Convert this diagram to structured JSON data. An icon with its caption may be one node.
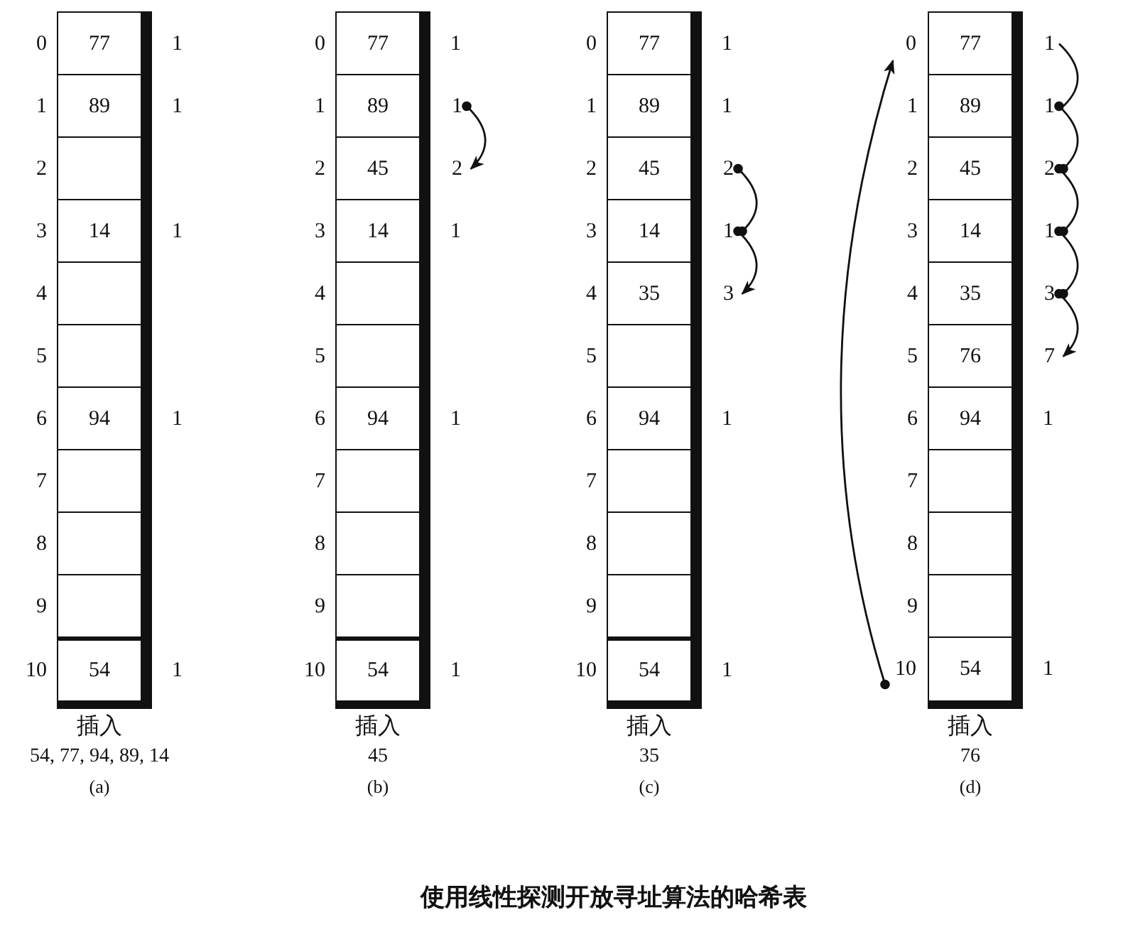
{
  "diagram": {
    "caption": "使用线性探测开放寻址算法的哈希表",
    "nodes": [
      {
        "text": [
          "插入",
          "54, 77, 94, 89, 14"
        ],
        "beside": [
          "(a)"
        ]
      },
      {
        "text": [
          "77"
        ],
        "in": 0,
        "beside": [
          "0",
          "1"
        ]
      },
      {
        "text": [
          "89"
        ],
        "in": 0,
        "beside": [
          "1",
          "1"
        ]
      },
      {
        "text": [],
        "shape": "box",
        "in": 0,
        "beside": [
          "2"
        ]
      },
      {
        "text": [
          "14"
        ],
        "in": 0,
        "beside": [
          "3",
          "1"
        ]
      },
      {
        "text": [],
        "shape": "box",
        "in": 0,
        "beside": [
          "4"
        ]
      },
      {
        "text": [],
        "shape": "box",
        "in": 0,
        "beside": [
          "5"
        ]
      },
      {
        "text": [
          "94"
        ],
        "in": 0,
        "beside": [
          "6",
          "1"
        ]
      },
      {
        "text": [],
        "shape": "box",
        "in": 0,
        "beside": [
          "7"
        ]
      },
      {
        "text": [],
        "shape": "box",
        "in": 0,
        "beside": [
          "8"
        ]
      },
      {
        "text": [],
        "shape": "box",
        "in": 0,
        "beside": [
          "9"
        ]
      },
      {
        "text": [
          "54"
        ],
        "in": 0,
        "beside": [
          "10",
          "1"
        ]
      },
      {
        "text": [
          "插入",
          "45"
        ],
        "beside": [
          "(b)"
        ]
      },
      {
        "text": [
          "77"
        ],
        "in": 12,
        "beside": [
          "0",
          "1"
        ]
      },
      {
        "text": [
          "89"
        ],
        "in": 12,
        "beside": [
          "1"
        ]
      },
      {
        "text": [
          "45"
        ],
        "in": 12,
        "beside": [
          "2"
        ]
      },
      {
        "text": [
          "14"
        ],
        "in": 12,
        "beside": [
          "3",
          "1"
        ]
      },
      {
        "text": [],
        "shape": "box",
        "in": 12,
        "beside": [
          "4"
        ]
      },
      {
        "text": [],
        "shape": "box",
        "in": 12,
        "beside": [
          "5"
        ]
      },
      {
        "text": [
          "94"
        ],
        "in": 12,
        "beside": [
          "6",
          "1"
        ]
      },
      {
        "text": [],
        "shape": "box",
        "in": 12,
        "beside": [
          "7"
        ]
      },
      {
        "text": [],
        "shape": "box",
        "in": 12,
        "beside": [
          "8"
        ]
      },
      {
        "text": [],
        "shape": "box",
        "in": 12,
        "beside": [
          "9"
        ]
      },
      {
        "text": [
          "54"
        ],
        "in": 12,
        "beside": [
          "10",
          "1"
        ]
      },
      {
        "text": [
          "1"
        ]
      },
      {
        "text": [
          "2"
        ]
      },
      {
        "text": [
          "插入",
          "35"
        ],
        "beside": [
          "(c)"
        ]
      },
      {
        "text": [
          "77"
        ],
        "in": 26,
        "beside": [
          "0",
          "1"
        ]
      },
      {
        "text": [
          "89"
        ],
        "in": 26,
        "beside": [
          "1",
          "1"
        ]
      },
      {
        "text": [
          "45"
        ],
        "in": 26,
        "beside": [
          "2"
        ]
      },
      {
        "text": [
          "14"
        ],
        "in": 26,
        "beside": [
          "3"
        ]
      },
      {
        "text": [
          "35"
        ],
        "in": 26,
        "beside": [
          "4"
        ]
      },
      {
        "text": [],
        "shape": "box",
        "in": 26,
        "beside": [
          "5"
        ]
      },
      {
        "text": [
          "94"
        ],
        "in": 26,
        "beside": [
          "6",
          "1"
        ]
      },
      {
        "text": [],
        "shape": "box",
        "in": 26,
        "beside": [
          "7"
        ]
      },
      {
        "text": [],
        "shape": "box",
        "in": 26,
        "beside": [
          "8"
        ]
      },
      {
        "text": [],
        "shape": "box",
        "in": 26,
        "beside": [
          "9"
        ]
      },
      {
        "text": [
          "54"
        ],
        "in": 26,
        "beside": [
          "10",
          "1"
        ]
      },
      {
        "text": [
          "2"
        ]
      },
      {
        "text": [
          "1"
        ]
      },
      {
        "text": [
          "3"
        ]
      },
      {
        "text": [
          "插入",
          "76"
        ],
        "beside": [
          "(d)"
        ]
      },
      {
        "text": [
          "77"
        ],
        "in": 41
      },
      {
        "text": [
          "89"
        ],
        "in": 41,
        "beside": [
          "1"
        ]
      },
      {
        "text": [
          "45"
        ],
        "in": 41,
        "beside": [
          "2"
        ]
      },
      {
        "text": [
          "14"
        ],
        "in": 41,
        "beside": [
          "3"
        ]
      },
      {
        "text": [
          "35"
        ],
        "in": 41,
        "beside": [
          "4"
        ]
      },
      {
        "text": [
          "76"
        ],
        "in": 41,
        "beside": [
          "5"
        ]
      },
      {
        "text": [
          "94"
        ],
        "in": 41,
        "beside": [
          "6",
          "1"
        ]
      },
      {
        "text": [],
        "shape": "box",
        "in": 41,
        "beside": [
          "7"
        ]
      },
      {
        "text": [],
        "shape": "box",
        "in": 41,
        "beside": [
          "8"
        ]
      },
      {
        "text": [],
        "shape": "box",
        "in": 41,
        "beside": [
          "9"
        ]
      },
      {
        "text": [
          "54"
        ],
        "in": 41,
        "beside": [
          "1"
        ]
      },
      {
        "text": [
          "0"
        ]
      },
      {
        "text": [
          "10"
        ]
      },
      {
        "text": [
          "1"
        ]
      },
      {
        "text": [
          "1"
        ]
      },
      {
        "text": [
          "2"
        ]
      },
      {
        "text": [
          "1"
        ]
      },
      {
        "text": [
          "3"
        ]
      },
      {
        "text": [
          "7"
        ]
      }
    ],
    "edges": [
      {
        "from": 24,
        "to": 25,
        "arrow": "to"
      },
      {
        "from": 38,
        "to": 39,
        "arrow": "other"
      },
      {
        "from": 39,
        "to": 40,
        "arrow": "to"
      },
      {
        "from": 54,
        "to": 53,
        "arrow": "to"
      },
      {
        "from": 55,
        "to": 56,
        "arrow": "none"
      },
      {
        "from": 56,
        "to": 57,
        "arrow": "other"
      },
      {
        "from": 57,
        "to": 58,
        "arrow": "other"
      },
      {
        "from": 58,
        "to": 59,
        "arrow": "other"
      },
      {
        "from": 59,
        "to": 60,
        "arrow": "to"
      }
    ]
  }
}
